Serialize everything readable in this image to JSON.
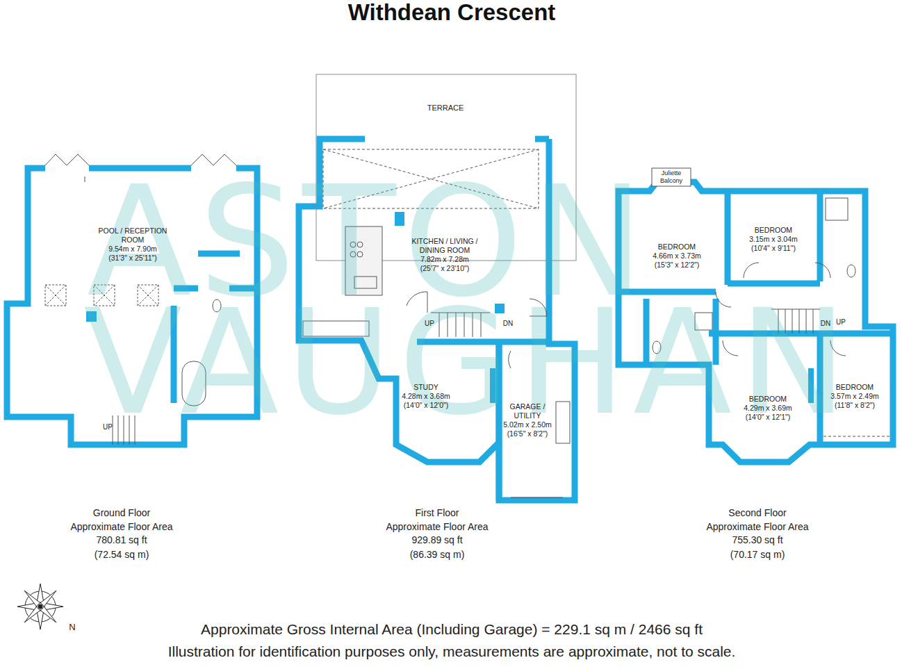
{
  "diagram": {
    "title": "Withdean Crescent",
    "caption": "Approximate Gross Internal Area (Including Garage) = 229.1 sq m / 2466 sq ft",
    "nodes": [
      {
        "text": [
          "POOL / RECEPTION ROOM",
          "9.54m x 7.90m",
          "(31'3\" x 25'11\")"
        ]
      },
      {
        "text": [
          "TERRACE"
        ]
      },
      {
        "text": [
          "KITCHEN / LIVING / DINING ROOM",
          "7.82m x 7.28m",
          "(25'7\" x 23'10\")"
        ]
      },
      {
        "text": [
          "STUDY",
          "4.28m x 3.68m",
          "(14'0\" x 12'0\")"
        ]
      },
      {
        "text": [
          "GARAGE / UTILITY",
          "5.02m x 2.50m",
          "(16'5\" x 8'2\")"
        ]
      },
      {
        "text": [
          "Juliette Balcony"
        ]
      },
      {
        "text": [
          "BEDROOM",
          "4.66m x 3.73m",
          "(15'3\" x 12'2\")"
        ]
      },
      {
        "text": [
          "BEDROOM",
          "3.15m x 3.04m",
          "(10'4\" x 9'11\")"
        ]
      },
      {
        "text": [
          "BEDROOM",
          "4.29m x 3.69m",
          "(14'0\" x 12'1\")"
        ]
      },
      {
        "text": [
          "BEDROOM",
          "3.57m x 2.49m",
          "(11'8\" x 8'2\")"
        ]
      }
    ],
    "labels": [
      "ASTON",
      "VAUGHAN",
      "UP",
      "UP",
      "DN",
      "DN",
      "UP",
      "Ground Floor",
      "Approximate Floor Area",
      "780.81 sq ft",
      "(72.54 sq m)",
      "First Floor",
      "Approximate Floor Area",
      "929.89 sq ft",
      "(86.39 sq m)",
      "Second Floor",
      "Approximate Floor Area",
      "755.30 sq ft",
      "(70.17 sq m)",
      "N",
      "Illustration for identification purposes only, measurements are approximate, not to scale."
    ]
  }
}
